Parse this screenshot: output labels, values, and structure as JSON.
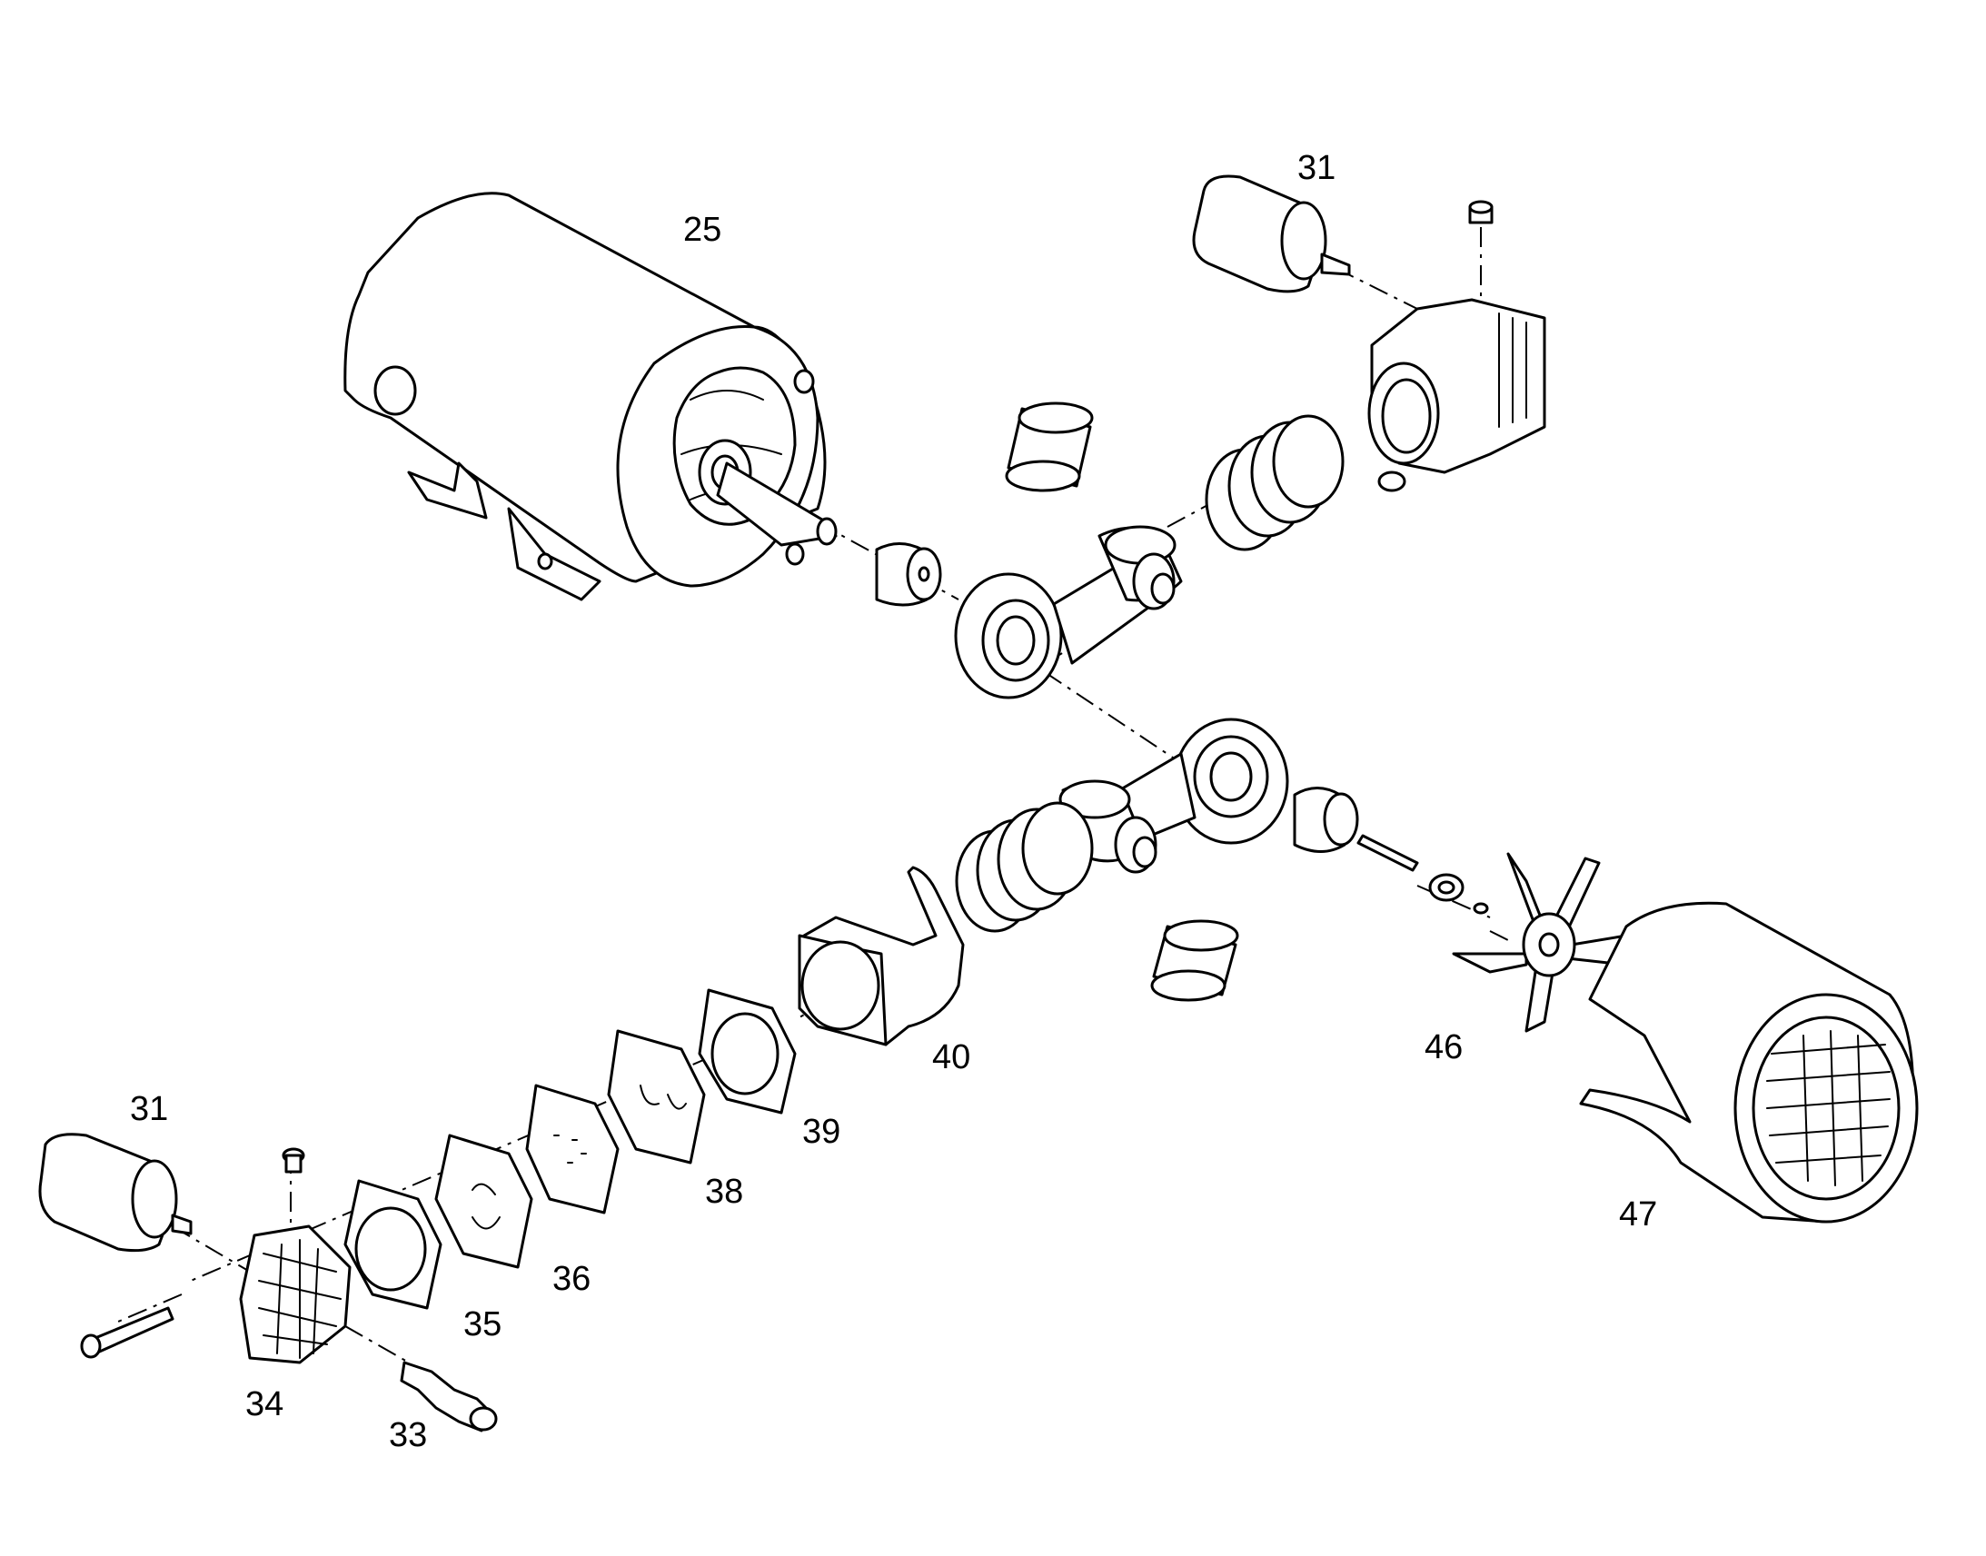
{
  "callouts": {
    "motor": "25",
    "filter_top": "31",
    "filter_bottom": "31",
    "valve": "33",
    "head_plate": "34",
    "gasket_35": "35",
    "valve_plate_36": "36",
    "valve_plate_38": "38",
    "gasket_39": "39",
    "cylinder": "40",
    "fan": "46",
    "fan_shroud": "47"
  },
  "colors": {
    "line": "#000000",
    "background": "#ffffff"
  }
}
